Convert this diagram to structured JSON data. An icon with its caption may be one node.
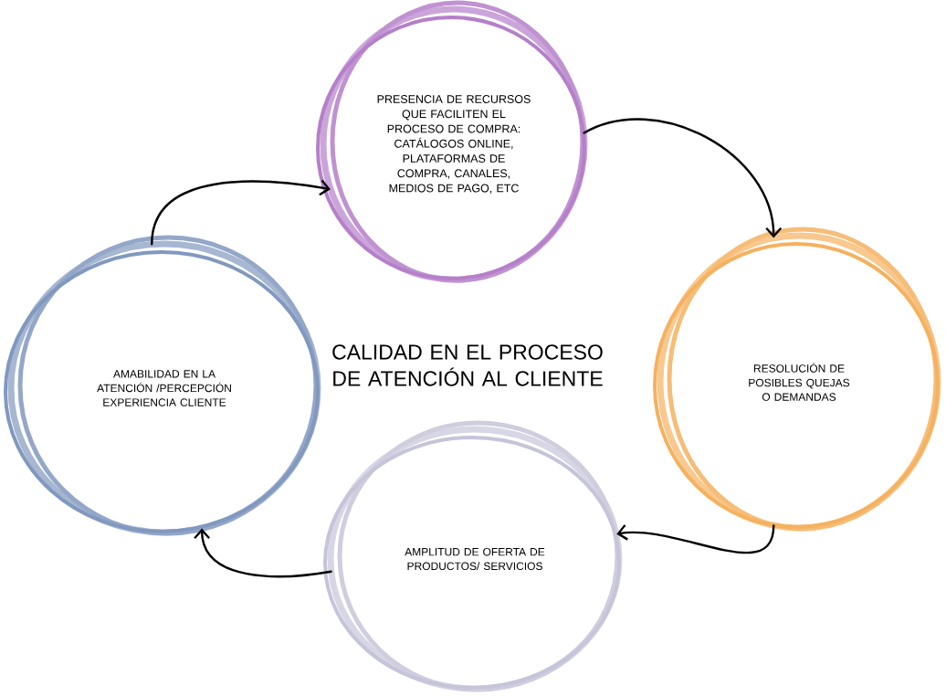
{
  "diagram": {
    "title": "CALIDAD EN EL PROCESO DE ATENCIÓN AL CLIENTE",
    "nodes": [
      {
        "text": [
          "PRESENCIA DE RECURSOS QUE FACILITEN EL PROCESO DE COMPRA: CATÁLOGOS ONLINE, PLATAFORMAS DE COMPRA, CANALES, MEDIOS DE PAGO, ETC"
        ]
      },
      {
        "text": [
          "AMABILIDAD EN LA ATENCIÓN /PERCEPCIÓN EXPERIENCIA CLIENTE"
        ]
      },
      {
        "text": [
          "RESOLUCIÓN DE POSIBLES QUEJAS O DEMANDAS"
        ]
      },
      {
        "text": [
          "AMPLITUD DE OFERTA DE PRODUCTOS/ SERVICIOS"
        ]
      }
    ],
    "edges": [
      {
        "from": 1,
        "to": 0,
        "arrow": "to"
      },
      {
        "from": 0,
        "to": 2,
        "arrow": "to"
      },
      {
        "from": 2,
        "to": 3,
        "arrow": "to"
      },
      {
        "from": 3,
        "to": 1,
        "arrow": "to"
      }
    ]
  }
}
